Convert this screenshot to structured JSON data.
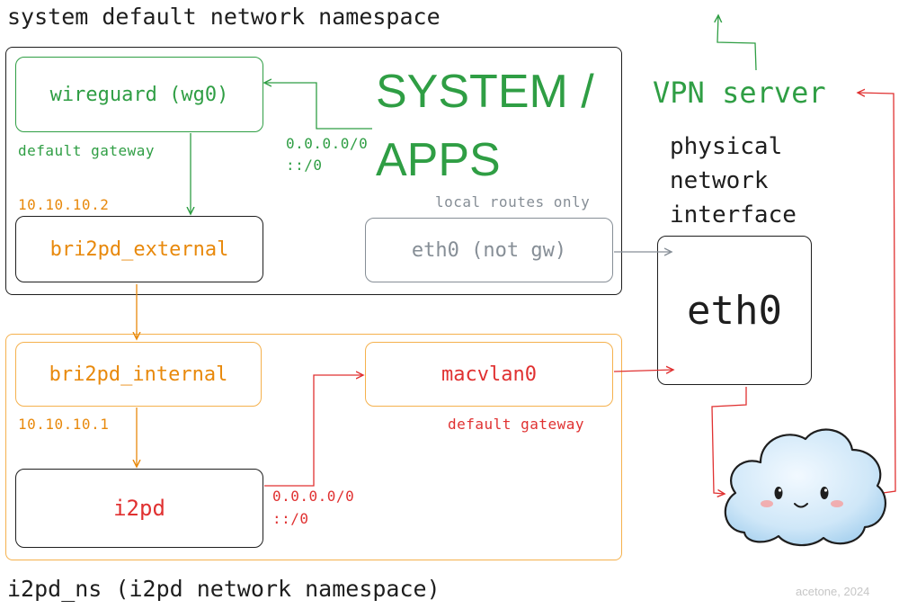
{
  "system_ns": {
    "title": "system default network namespace",
    "apps_label_line1": "SYSTEM /",
    "apps_label_line2": "APPS",
    "wg_box": "wireguard (wg0)",
    "wg_gateway_note": "default gateway",
    "wg_route_v4": "0.0.0.0/0",
    "wg_route_v6": "::/0",
    "bri_ext_ip": "10.10.10.2",
    "bri_ext_box": "bri2pd_external",
    "local_routes_note": "local routes only",
    "eth0_not_gw_box": "eth0 (not gw)"
  },
  "i2pd_ns": {
    "title": "i2pd_ns (i2pd network namespace)",
    "bri_int_box": "bri2pd_internal",
    "bri_int_ip": "10.10.10.1",
    "i2pd_box": "i2pd",
    "i2pd_route_v4": "0.0.0.0/0",
    "i2pd_route_v6": "::/0",
    "macvlan_box": "macvlan0",
    "macvlan_gateway_note": "default gateway"
  },
  "external": {
    "vpn_server": "VPN server",
    "phys_line1": "physical",
    "phys_line2": "network",
    "phys_line3": "interface",
    "eth0_box": "eth0"
  },
  "credit": "acetone, 2024",
  "colors": {
    "green": "#2f9e44",
    "orange": "#e8890c",
    "red": "#e03131",
    "grey": "#868e96",
    "dark": "#1e1e1e",
    "cloud": "#d6ecfb"
  },
  "icons": {
    "cloud": "cloud-mascot-icon"
  }
}
